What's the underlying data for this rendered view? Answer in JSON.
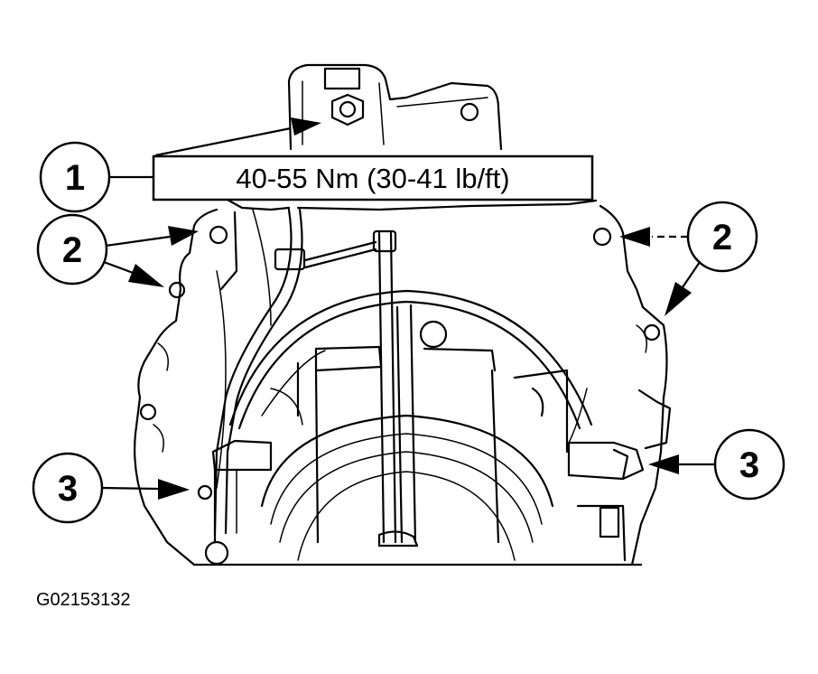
{
  "callouts": {
    "c1": "1",
    "c2_left": "2",
    "c2_right": "2",
    "c3_left": "3",
    "c3_right": "3"
  },
  "torque_label": "40-55 Nm (30-41 lb/ft)",
  "figure_id": "G02153132"
}
